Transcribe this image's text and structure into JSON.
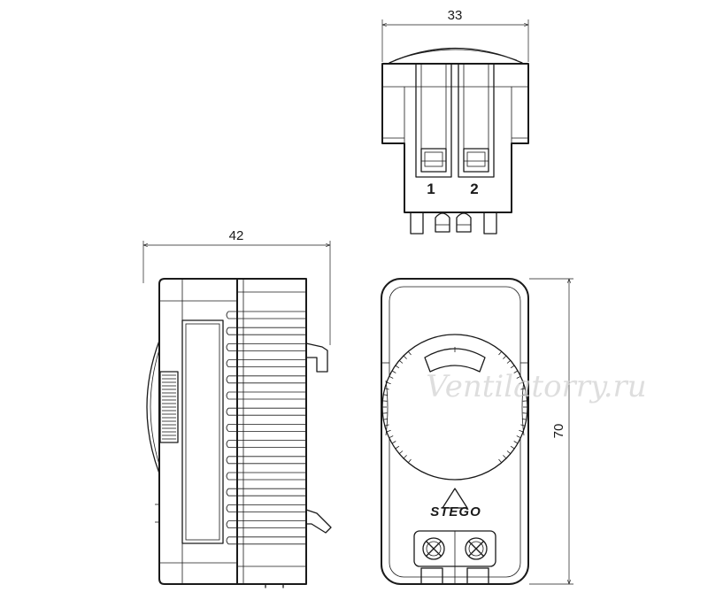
{
  "dimensions": {
    "top_width": "33",
    "side_width": "42",
    "front_height": "70"
  },
  "terminals": {
    "left": "1",
    "right": "2"
  },
  "brand": "STEGO",
  "watermark": "Ventilatorry.ru",
  "colors": {
    "line": "#1a1a1a",
    "watermark": "#d4d4d4"
  }
}
